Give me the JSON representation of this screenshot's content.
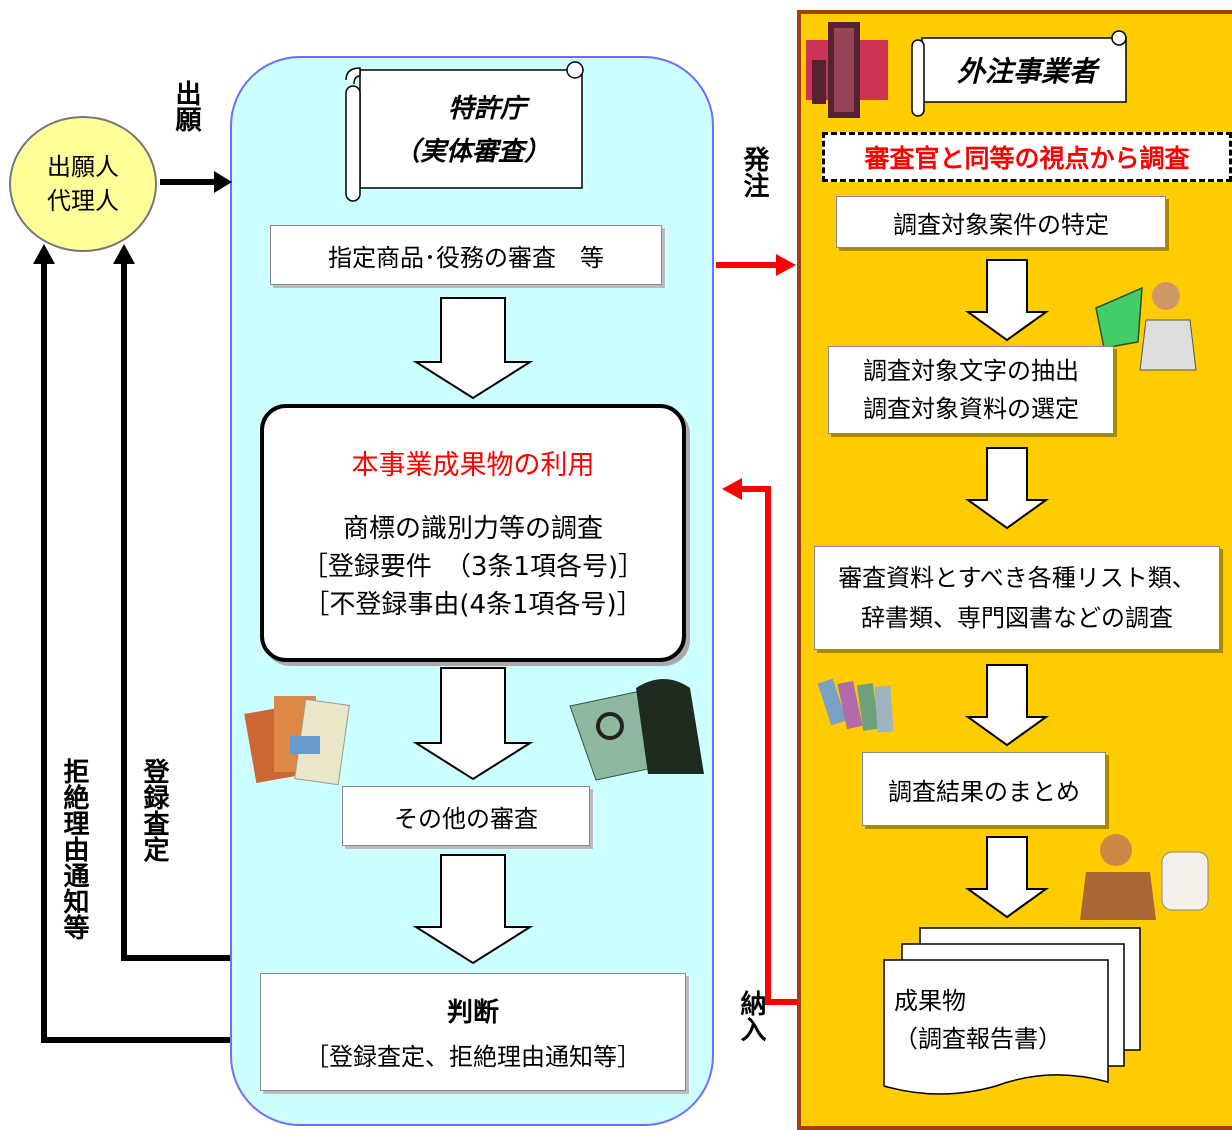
{
  "applicant": {
    "line1": "出願人",
    "line2": "代理人"
  },
  "arrows": {
    "application": "出願",
    "order": "発注",
    "delivery": "納入",
    "registration_decision": "登録査定",
    "refusal_notice": "拒絶理由通知等"
  },
  "jpo": {
    "title_line1": "特許庁",
    "title_line2": "（実体審査）",
    "step1": "指定商品･役務の審査　等",
    "main": {
      "heading": "本事業成果物の利用",
      "line1": "商標の識別力等の調査",
      "line2": "［登録要件　（3条1項各号)］",
      "line3": "［不登録事由(4条1項各号)］"
    },
    "step3": "その他の審査",
    "decision": {
      "title": "判断",
      "detail": "［登録査定、拒絶理由通知等］"
    }
  },
  "contractor": {
    "title": "外注事業者",
    "focus": "審査官と同等の視点から調査",
    "step1": "調査対象案件の特定",
    "step2_line1": "調査対象文字の抽出",
    "step2_line2": "調査対象資料の選定",
    "step3_line1": "審査資料とすべき各種リスト類、",
    "step3_line2": "辞書類、専門図書などの調査",
    "step4": "調査結果のまとめ",
    "deliverable_line1": "成果物",
    "deliverable_line2": "（調査報告書）"
  },
  "colors": {
    "jpo_panel": "#ccffff",
    "contractor_panel": "#ffcc00",
    "applicant": "#ffff99",
    "accent_red": "#ff0000"
  }
}
